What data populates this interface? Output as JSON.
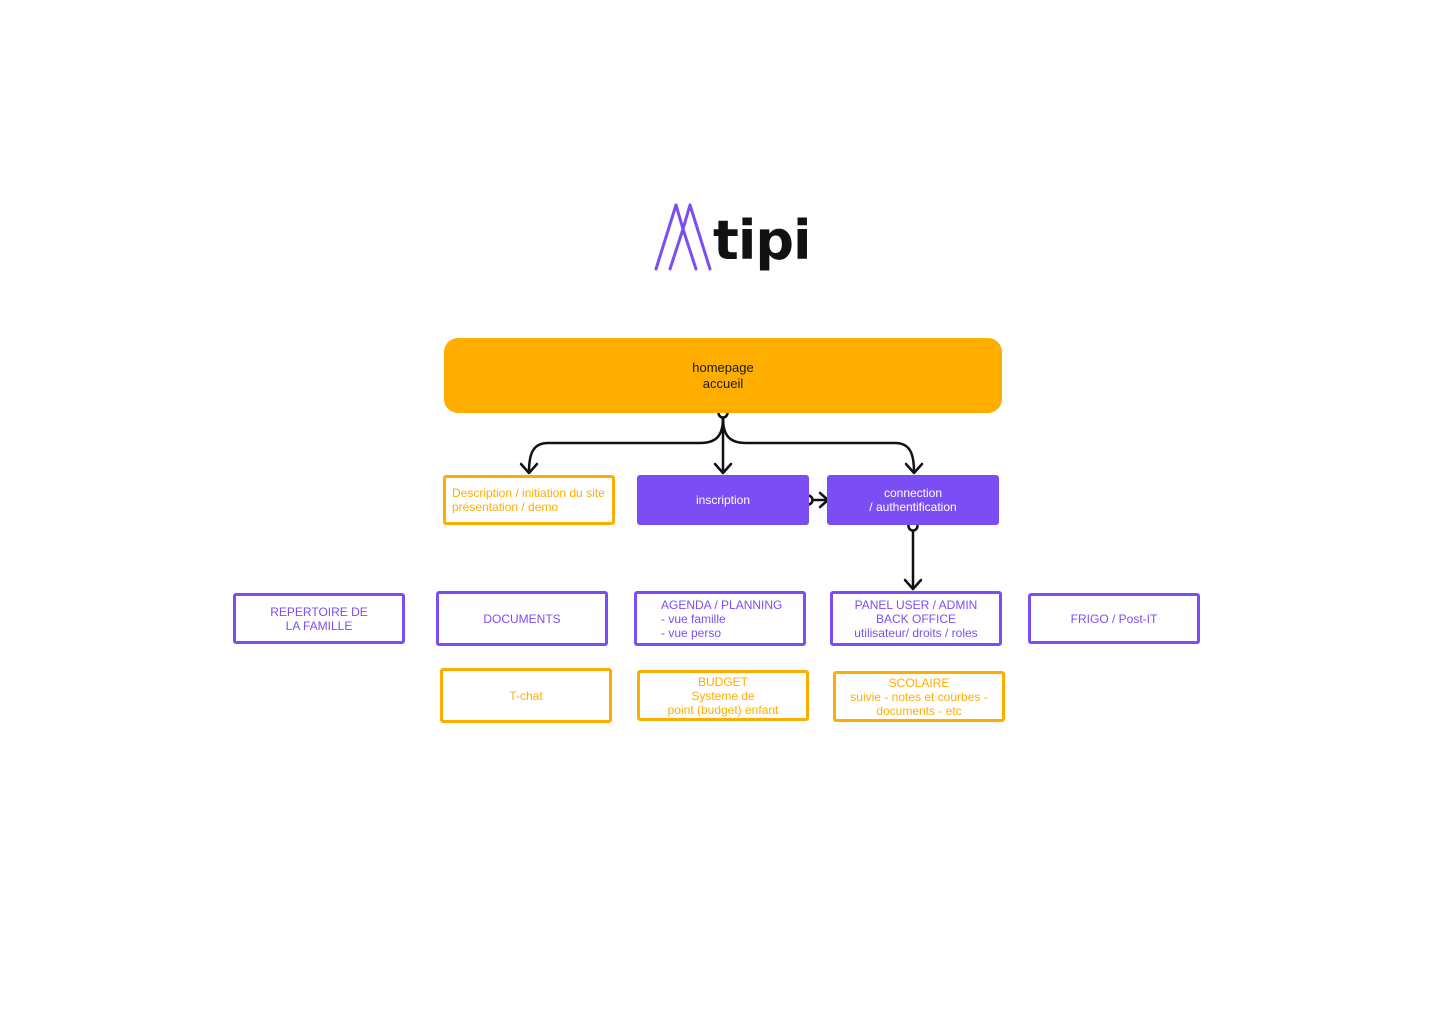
{
  "logo": {
    "text": "tipi",
    "icon": "teepee-icon"
  },
  "colors": {
    "purple": "#7b4ef5",
    "orange": "#ffae00",
    "connector": "#111111"
  },
  "nodes": {
    "homepage": "homepage\naccueil",
    "description": "Description / initiation du site\nprésentation / demo",
    "inscription": "inscription",
    "connection": "connection\n/ authentification",
    "repertoire": "REPERTOIRE DE\nLA FAMILLE",
    "documents": "DOCUMENTS",
    "agenda": "AGENDA / PLANNING\n- vue famille\n- vue perso",
    "panel": "PANEL USER / ADMIN\nBACK OFFICE\nutilisateur/ droits / roles",
    "frigo": "FRIGO / Post-IT",
    "tchat": "T-chat",
    "budget": "BUDGET\nSysteme de\npoint (budget) enfant",
    "scolaire": "SCOLAIRE\nsuivie - notes et courbes -\ndocuments - etc"
  }
}
